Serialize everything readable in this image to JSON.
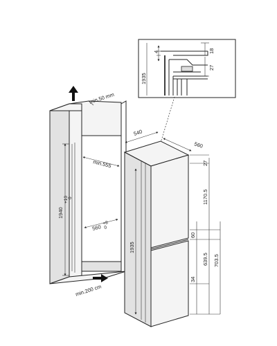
{
  "detail": {
    "dim_4": "4",
    "dim_18": "18",
    "dim_27": "27",
    "dim_1935": "1935"
  },
  "niche": {
    "min_top": "min.50 mm",
    "width_min": "min.555",
    "height": "1940",
    "height_tol_plus": "+10",
    "height_tol_minus": "0",
    "depth": "560",
    "depth_tol_plus": "+8",
    "depth_tol_minus": "0",
    "min_vent": "min.200 cm"
  },
  "appliance": {
    "width": "540",
    "depth": "560",
    "total_height": "1935",
    "top_gap": "27",
    "door_upper": "1170.5",
    "gap_60": "60",
    "lower_639": "639.5",
    "lower_703": "703.5",
    "bottom_34": "34"
  }
}
